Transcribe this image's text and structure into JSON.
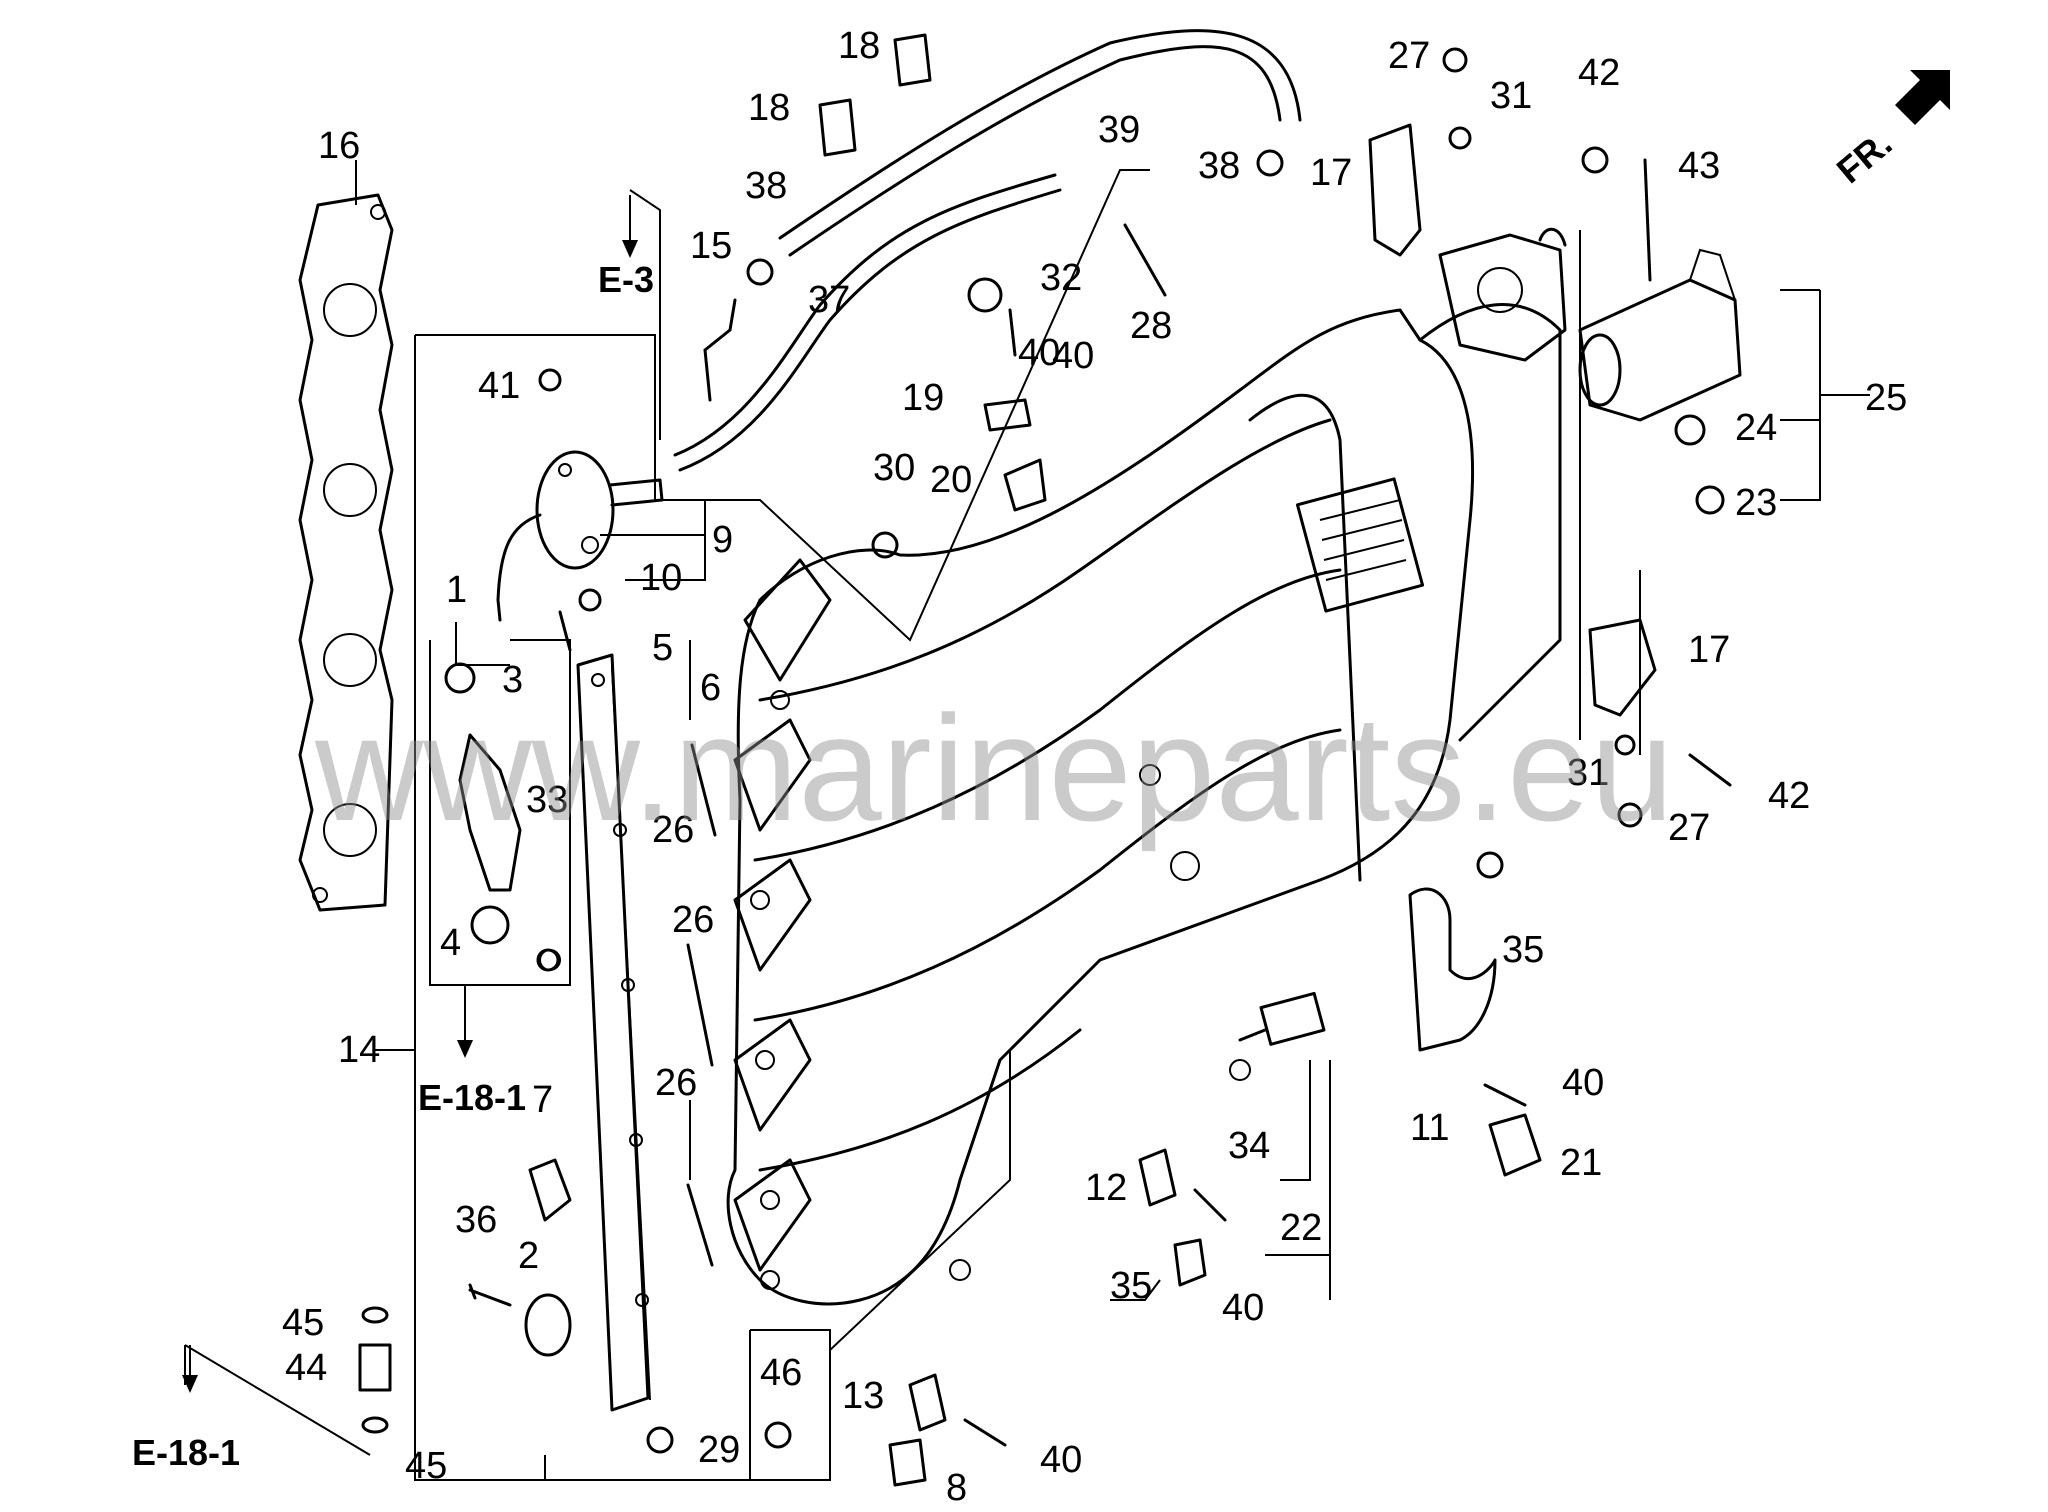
{
  "watermark": "www.marineparts.eu",
  "front_indicator": "FR.",
  "refs": {
    "e3": "E-3",
    "e18_inner": "E-18-1",
    "e18_outer": "E-18-1"
  },
  "callouts": [
    "1",
    "2",
    "3",
    "4",
    "5",
    "6",
    "7",
    "8",
    "9",
    "10",
    "11",
    "12",
    "13",
    "14",
    "15",
    "16",
    "17",
    "17",
    "18",
    "18",
    "19",
    "20",
    "21",
    "22",
    "23",
    "24",
    "25",
    "26",
    "26",
    "26",
    "27",
    "27",
    "28",
    "29",
    "30",
    "31",
    "31",
    "32",
    "33",
    "34",
    "35",
    "35",
    "36",
    "37",
    "38",
    "38",
    "39",
    "40",
    "40",
    "40",
    "40",
    "40",
    "41",
    "42",
    "42",
    "43",
    "44",
    "45",
    "45",
    "46"
  ]
}
